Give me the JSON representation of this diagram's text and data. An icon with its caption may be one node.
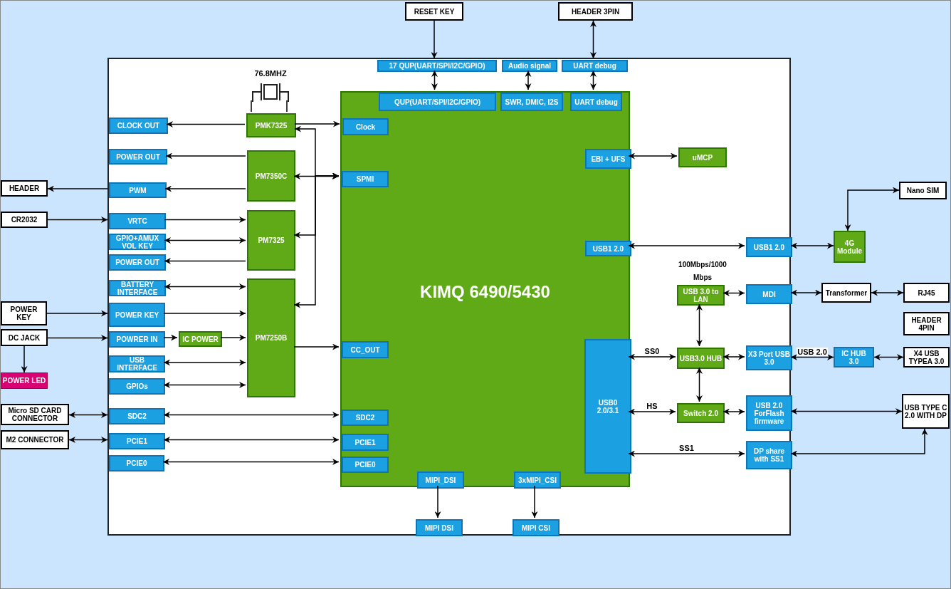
{
  "diagram": {
    "nodes": [
      {
        "text": [
          "RESET KEY"
        ]
      },
      {
        "text": [
          "HEADER 3PIN"
        ]
      },
      {
        "text": [],
        "shape": "box"
      },
      {
        "text": [
          "17 QUP(UART/SPI/I2C/GPIO)"
        ],
        "in": 2
      },
      {
        "text": [
          "Audio signal"
        ],
        "in": 2
      },
      {
        "text": [
          "UART debug"
        ],
        "in": 2
      },
      {
        "text": [
          "76.8MHZ"
        ],
        "in": 2
      },
      {
        "text": [
          "KIMQ 6490/5430"
        ],
        "in": 2
      },
      {
        "text": [
          "QUP(UART/SPI/I2C/GPIO)"
        ],
        "in": 7
      },
      {
        "text": [
          "SWR, DMIC, I2S"
        ],
        "in": 7
      },
      {
        "text": [
          "UART debug"
        ],
        "in": 7
      },
      {
        "text": [
          "CLOCK OUT"
        ],
        "in": 2
      },
      {
        "text": [
          "PMK7325"
        ],
        "in": 2
      },
      {
        "text": [
          "Clock"
        ],
        "in": 7
      },
      {
        "text": [
          "POWER OUT"
        ],
        "in": 2
      },
      {
        "text": [
          "EBI + UFS"
        ],
        "in": 7
      },
      {
        "text": [
          "uMCP"
        ],
        "in": 2
      },
      {
        "text": [
          "PM7350C"
        ],
        "in": 2
      },
      {
        "text": [
          "SPMI"
        ],
        "in": 7
      },
      {
        "text": [
          "HEADER"
        ]
      },
      {
        "text": [
          "PWM"
        ],
        "in": 2
      },
      {
        "text": [
          "Nano SIM"
        ]
      },
      {
        "text": [
          "CR2032"
        ]
      },
      {
        "text": [
          "VRTC"
        ],
        "in": 2
      },
      {
        "text": [
          "PM7325"
        ],
        "in": 2
      },
      {
        "text": [
          "GPIO+AMUX VOL KEY"
        ],
        "in": 2
      },
      {
        "text": [
          "USB1 2.0"
        ],
        "in": 7
      },
      {
        "text": [
          "USB1 2.0"
        ],
        "in": 2
      },
      {
        "text": [
          "4G Module"
        ]
      },
      {
        "text": [
          "POWER OUT"
        ],
        "in": 2
      },
      {
        "text": [
          "BATTERY INTERFACE"
        ],
        "in": 2
      },
      {
        "text": [
          "PM7250B"
        ],
        "in": 2
      },
      {
        "text": [
          "USB 3.0 to LAN"
        ],
        "in": 2
      },
      {
        "text": [
          "MDI"
        ],
        "in": 2
      },
      {
        "text": [
          "Transformer"
        ]
      },
      {
        "text": [
          "RJ45"
        ]
      },
      {
        "text": [
          "POWER KEY"
        ]
      },
      {
        "text": [
          "POWER KEY"
        ],
        "in": 2
      },
      {
        "text": [
          "HEADER 4PIN"
        ]
      },
      {
        "text": [
          "DC JACK"
        ]
      },
      {
        "text": [
          "POWRER IN"
        ],
        "in": 2
      },
      {
        "text": [
          "IC POWER"
        ],
        "in": 2
      },
      {
        "text": [
          "CC_OUT"
        ],
        "in": 7
      },
      {
        "text": [
          "USB0 2.0/3.1"
        ],
        "in": 7
      },
      {
        "text": [
          "USB3.0 HUB"
        ],
        "in": 2
      },
      {
        "text": [
          "X3 Port USB 3.0"
        ],
        "in": 2
      },
      {
        "text": [
          "IC HUB 3.0"
        ]
      },
      {
        "text": [
          "X4 USB TYPEA 3.0"
        ]
      },
      {
        "text": [
          "USB INTERFACE"
        ],
        "in": 2
      },
      {
        "text": [
          "POWER LED"
        ]
      },
      {
        "text": [
          "GPIOs"
        ],
        "in": 2
      },
      {
        "text": [
          "Switch 2.0"
        ],
        "in": 2
      },
      {
        "text": [
          "USB 2.0 ForFlash firmware"
        ],
        "in": 2
      },
      {
        "text": [
          "USB TYPE C 2.0 WITH DP"
        ]
      },
      {
        "text": [
          "Micro SD CARD CONNECTOR"
        ]
      },
      {
        "text": [
          "SDC2"
        ],
        "in": 2
      },
      {
        "text": [
          "SDC2"
        ],
        "in": 7
      },
      {
        "text": [
          "DP share with SS1"
        ],
        "in": 2
      },
      {
        "text": [
          "M2 CONNECTOR"
        ]
      },
      {
        "text": [
          "PCIE1"
        ],
        "in": 2
      },
      {
        "text": [
          "PCIE1"
        ],
        "in": 7
      },
      {
        "text": [
          "PCIE0"
        ],
        "in": 2
      },
      {
        "text": [
          "PCIE0"
        ],
        "in": 7
      },
      {
        "text": [
          "MIPI_DSI"
        ],
        "in": 7
      },
      {
        "text": [
          "3xMIPI_CSI"
        ],
        "in": 7
      },
      {
        "text": [
          "MIPI DSI"
        ],
        "in": 2
      },
      {
        "text": [
          "MIPI CSI"
        ],
        "in": 2
      }
    ],
    "edges": [
      {
        "from": 0,
        "to": 3,
        "arrow": "to"
      },
      {
        "from": 5,
        "to": 1,
        "arrow": "both"
      },
      {
        "from": 3,
        "to": 8,
        "arrow": "both"
      },
      {
        "from": 4,
        "to": 9,
        "arrow": "both"
      },
      {
        "from": 5,
        "to": 10,
        "arrow": "both"
      },
      {
        "from": 12,
        "to": 11,
        "arrow": "to"
      },
      {
        "from": 12,
        "to": 13,
        "arrow": "to"
      },
      {
        "from": 6,
        "to": 12,
        "arrow": "none"
      },
      {
        "from": 6,
        "to": 12,
        "arrow": "none"
      },
      {
        "from": 17,
        "to": 14,
        "arrow": "to"
      },
      {
        "from": 17,
        "to": 20,
        "arrow": "to"
      },
      {
        "from": 20,
        "to": 19,
        "arrow": "to"
      },
      {
        "from": 22,
        "to": 23,
        "arrow": "to"
      },
      {
        "from": 23,
        "to": 24,
        "arrow": "to"
      },
      {
        "from": 25,
        "to": 24,
        "arrow": "both"
      },
      {
        "from": 24,
        "to": 29,
        "arrow": "to"
      },
      {
        "from": 30,
        "to": 31,
        "arrow": "both"
      },
      {
        "from": 36,
        "to": 37,
        "arrow": "to"
      },
      {
        "from": 37,
        "to": 31,
        "arrow": "to"
      },
      {
        "from": 39,
        "to": 40,
        "arrow": "to"
      },
      {
        "from": 39,
        "to": 49,
        "arrow": "to"
      },
      {
        "from": 40,
        "to": 41,
        "arrow": "to"
      },
      {
        "from": 41,
        "to": 31,
        "arrow": "to"
      },
      {
        "from": 48,
        "to": 31,
        "arrow": "both"
      },
      {
        "from": 50,
        "to": 31,
        "arrow": "both"
      },
      {
        "from": 31,
        "to": 42,
        "arrow": "to"
      },
      {
        "from": 18,
        "to": 12,
        "arrow": "both"
      },
      {
        "from": 18,
        "to": 17,
        "arrow": "both"
      },
      {
        "from": 18,
        "to": 24,
        "arrow": "both"
      },
      {
        "from": 18,
        "to": 31,
        "arrow": "both"
      },
      {
        "from": 54,
        "to": 55,
        "arrow": "both"
      },
      {
        "from": 55,
        "to": 56,
        "arrow": "both"
      },
      {
        "from": 58,
        "to": 59,
        "arrow": "both"
      },
      {
        "from": 59,
        "to": 60,
        "arrow": "both"
      },
      {
        "from": 61,
        "to": 62,
        "arrow": "both"
      },
      {
        "from": 63,
        "to": 65,
        "arrow": "to"
      },
      {
        "from": 64,
        "to": 66,
        "arrow": "to"
      },
      {
        "from": 15,
        "to": 16,
        "arrow": "both"
      },
      {
        "from": 26,
        "to": 27,
        "arrow": "both"
      },
      {
        "from": 27,
        "to": 28,
        "arrow": "both"
      },
      {
        "from": 28,
        "to": 21,
        "arrow": "both"
      },
      {
        "from": 32,
        "to": 33,
        "arrow": "both"
      },
      {
        "from": 33,
        "to": 34,
        "arrow": "both"
      },
      {
        "from": 34,
        "to": 35,
        "arrow": "both"
      },
      {
        "from": 32,
        "to": 44,
        "arrow": "both"
      },
      {
        "from": 43,
        "to": 44,
        "arrow": "both",
        "label": "SS0"
      },
      {
        "from": 44,
        "to": 45,
        "arrow": "both"
      },
      {
        "from": 45,
        "to": 46,
        "arrow": "both",
        "label": "USB 2.0"
      },
      {
        "from": 46,
        "to": 47,
        "arrow": "both"
      },
      {
        "from": 44,
        "to": 51,
        "arrow": "both"
      },
      {
        "from": 43,
        "to": 51,
        "arrow": "both",
        "label": "HS"
      },
      {
        "from": 51,
        "to": 52,
        "arrow": "both"
      },
      {
        "from": 52,
        "to": 53,
        "arrow": "both"
      },
      {
        "from": 43,
        "to": 57,
        "arrow": "both",
        "label": "SS1"
      },
      {
        "from": 57,
        "to": 53,
        "arrow": "both"
      }
    ],
    "labels": [
      "100Mbps/1000 Mbps"
    ]
  }
}
